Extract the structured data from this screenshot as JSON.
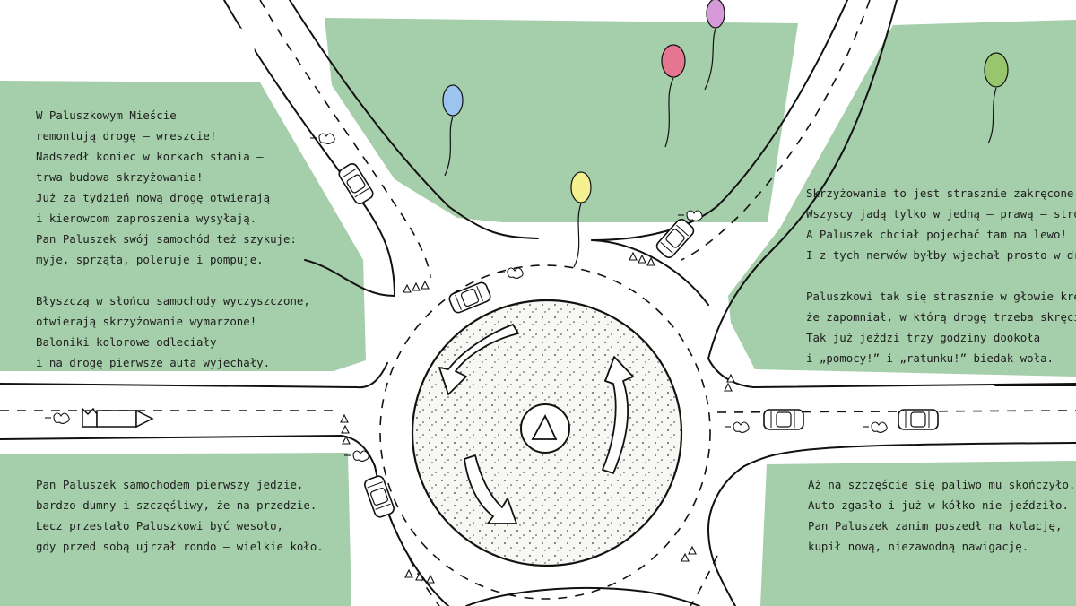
{
  "title": "Rondo",
  "colors": {
    "grass": "#a5ceaa",
    "road_line": "#111111",
    "island": "#f7f7f3",
    "balloon_blue": "#9cc4ef",
    "balloon_red": "#e57590",
    "balloon_pink": "#d79ad8",
    "balloon_yellow": "#f4ef8f",
    "balloon_green": "#97c66c"
  },
  "verses": [
    {
      "stanzas": [
        [
          "W Paluszkowym Mieście",
          "remontują drogę – wreszcie!",
          "Nadszedł koniec w korkach stania –",
          "trwa budowa skrzyżowania!",
          "Już za tydzień nową drogę otwierają",
          "i kierowcom zaproszenia wysyłają.",
          "Pan Paluszek swój samochód też szykuje:",
          "myje, sprząta, poleruje i pompuje."
        ],
        [
          "Błyszczą w słońcu samochody wyczyszczone,",
          "otwierają skrzyżowanie wymarzone!",
          "Baloniki kolorowe odleciały",
          "i na drogę pierwsze auta wyjechały."
        ]
      ]
    },
    {
      "stanzas": [
        [
          "Pan Paluszek samochodem pierwszy jedzie,",
          "bardzo dumny i szczęśliwy, że na przedzie.",
          "Lecz przestało Paluszkowi być wesoło,",
          "gdy przed sobą ujrzał rondo – wielkie koło."
        ]
      ]
    },
    {
      "stanzas": [
        [
          "Skrzyżowanie to jest strasznie zakręcone!",
          "Wszyscy jadą tylko w jedną – prawą – stronę!",
          "A Paluszek chciał pojechać tam na lewo!",
          "I z tych nerwów byłby wjechał prosto w drzewo."
        ],
        [
          "Paluszkowi tak się strasznie w głowie kręci,",
          "że zapomniał, w którą drogę trzeba skręcić!",
          "Tak już jeździ trzy godziny dookoła",
          "i „pomocy!” i „ratunku!” biedak woła."
        ]
      ]
    },
    {
      "stanzas": [
        [
          "Aż na szczęście się paliwo mu skończyło.",
          "Auto zgasło i już w kółko nie jeździło.",
          "Pan Paluszek zanim poszedł na kolację,",
          "kupił nową, niezawodną nawigację."
        ]
      ]
    }
  ]
}
